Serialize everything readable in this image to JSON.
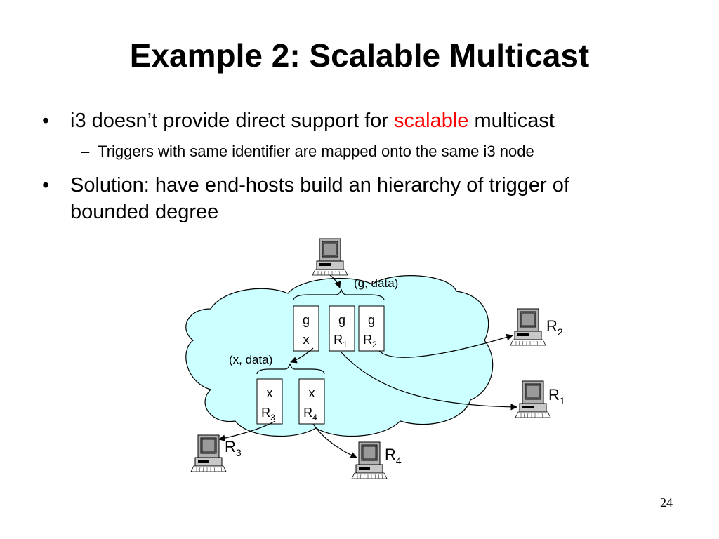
{
  "title": "Example 2: Scalable Multicast",
  "bullets": [
    {
      "text_before": "i3 doesn’t provide direct support for ",
      "highlight": "scalable",
      "text_after": " multicast"
    },
    {
      "sub": "Triggers with same identifier are mapped onto the same i3 node"
    },
    {
      "line1": "Solution: have end-hosts build an hierarchy of trigger of",
      "line2": "bounded degree"
    }
  ],
  "bullet_glyph": "•",
  "sub_glyph": "–",
  "highlight_color": "#ff0000",
  "cloud_color": "#ccffff",
  "diagram": {
    "packet_top": "(g, data)",
    "packet_mid": "(x, data)",
    "triggers_top": [
      {
        "id": "g",
        "addr": "x",
        "sub": ""
      },
      {
        "id": "g",
        "addr": "R",
        "sub": "1"
      },
      {
        "id": "g",
        "addr": "R",
        "sub": "2"
      }
    ],
    "triggers_bottom": [
      {
        "id": "x",
        "addr": "R",
        "sub": "3"
      },
      {
        "id": "x",
        "addr": "R",
        "sub": "4"
      }
    ],
    "hosts": [
      {
        "name": "R",
        "sub": "2"
      },
      {
        "name": "R",
        "sub": "1"
      },
      {
        "name": "R",
        "sub": "3"
      },
      {
        "name": "R",
        "sub": "4"
      }
    ]
  },
  "page_number": "24",
  "icons": [
    "computer-icon"
  ]
}
